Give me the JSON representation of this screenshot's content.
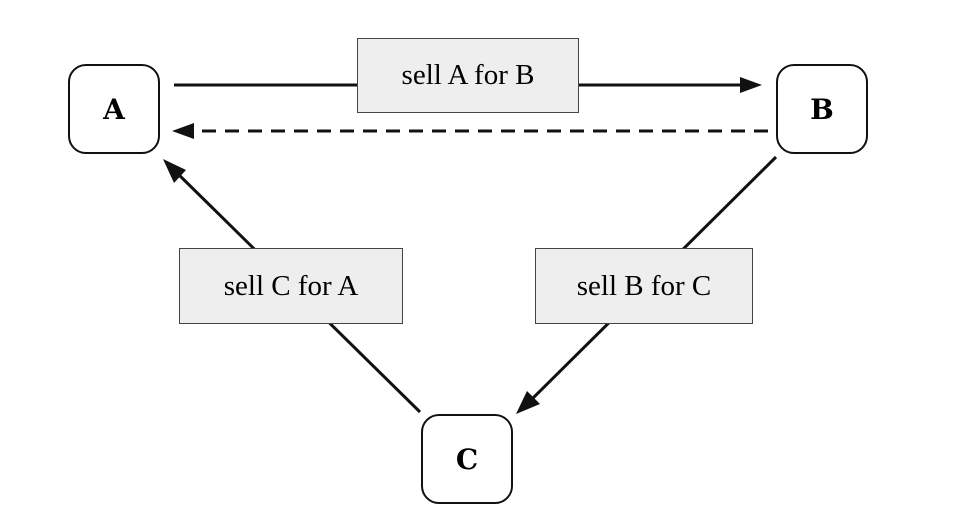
{
  "nodes": {
    "a": "A",
    "b": "B",
    "c": "C"
  },
  "edges": {
    "a_to_b": "sell A for B",
    "b_to_c": "sell B for C",
    "c_to_a": "sell C for A"
  },
  "colors": {
    "line": "#111111",
    "label_fill": "#eeeeee",
    "label_border": "#444444"
  }
}
